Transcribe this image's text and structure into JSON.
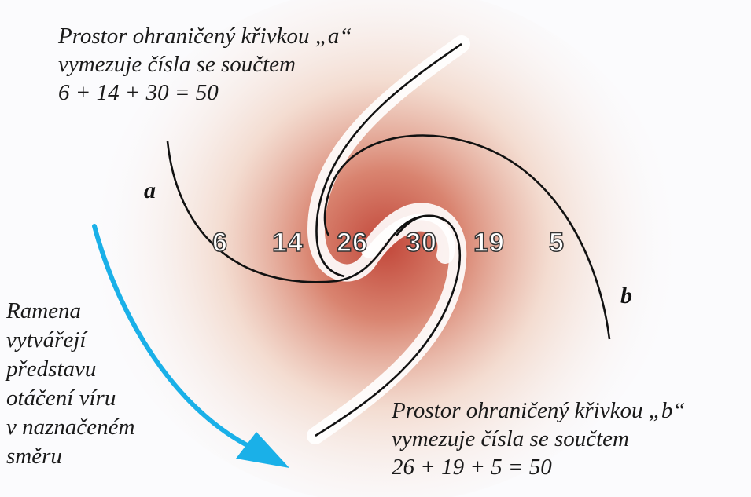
{
  "notes": {
    "curve_a": "Prostor ohraničený křivkou „a“\nvymezuje čísla se součtem\n6 + 14 + 30 = 50",
    "curve_b": "Prostor ohraničený křivkou „b“\nvymezuje čísla se součtem\n26 + 19 + 5 = 50",
    "arms": "Ramena\nvytvářejí\npředstavu\notáčení víru\nv naznačeném\nsměru"
  },
  "labels": {
    "a": "a",
    "b": "b"
  },
  "numbers": [
    "6",
    "14",
    "26",
    "30",
    "19",
    "5"
  ],
  "colors": {
    "swirl_center": "#c2473a",
    "swirl_mid": "#e8a58f",
    "curve_stroke": "#111111",
    "arrow": "#1ab0e8"
  }
}
